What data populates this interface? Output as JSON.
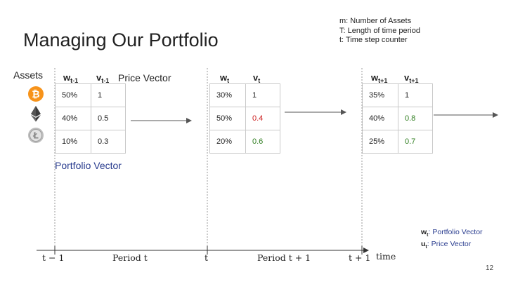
{
  "slide": {
    "title": "Managing Our Portfolio",
    "page_number": "12",
    "notes": [
      "m: Number of Assets",
      "T:  Length of time period",
      "t:  Time step counter"
    ],
    "assets_label": "Assets",
    "price_vector_label": "Price Vector",
    "portfolio_vector_label": "Portfolio Vector",
    "legend": {
      "w_symbol": "wt",
      "w_text": ": Portfolio Vector",
      "u_symbol": "ut",
      "u_text": ": Price Vector"
    },
    "assets": [
      "bitcoin",
      "ethereum",
      "litecoin"
    ],
    "periods": [
      {
        "w_header": "w",
        "w_sub": "t-1",
        "v_header": "v",
        "v_sub": "t-1",
        "w": [
          "50%",
          "40%",
          "10%"
        ],
        "v": [
          "1",
          "0.5",
          "0.3"
        ]
      },
      {
        "w_header": "w",
        "w_sub": "t",
        "v_header": "v",
        "v_sub": "t",
        "w": [
          "30%",
          "50%",
          "20%"
        ],
        "v": [
          "1",
          "0.4",
          "0.6"
        ]
      },
      {
        "w_header": "w",
        "w_sub": "t+1",
        "v_header": "v",
        "v_sub": "t+1",
        "w": [
          "35%",
          "40%",
          "25%"
        ],
        "v": [
          "1",
          "0.8",
          "0.7"
        ]
      }
    ],
    "timeline": {
      "tick_t_minus_1": "t − 1",
      "period_t": "Period t",
      "tick_t": "t",
      "period_t_plus_1": "Period t + 1",
      "tick_t_plus_1": "t + 1",
      "axis_label": "time"
    },
    "colors": {
      "red": "#cc1f1f",
      "green": "#2f7d1f",
      "blue_text": "#2a3d8f",
      "bitcoin": "#f7931a"
    }
  }
}
